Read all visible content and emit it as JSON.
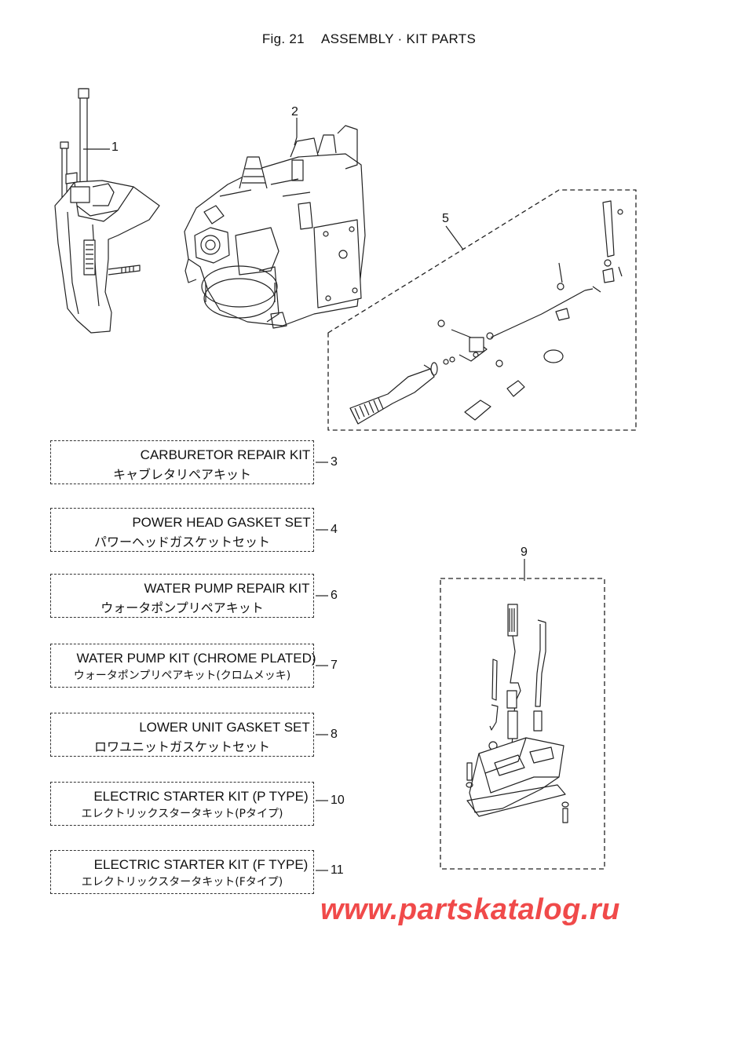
{
  "header": {
    "fig": "Fig. 21",
    "title": "ASSEMBLY · KIT PARTS"
  },
  "callouts": {
    "c1": "1",
    "c2": "2",
    "c5": "5",
    "c9": "9"
  },
  "kits": [
    {
      "num": "3",
      "en": "CARBURETOR REPAIR KIT",
      "jp": "キャブレタリペアキット"
    },
    {
      "num": "4",
      "en": "POWER HEAD GASKET SET",
      "jp": "パワーヘッドガスケットセット"
    },
    {
      "num": "6",
      "en": "WATER PUMP REPAIR KIT",
      "jp": "ウォータポンプリペアキット"
    },
    {
      "num": "7",
      "en": "WATER PUMP KIT (CHROME PLATED)",
      "jp": "ウォータポンプリペアキット(クロムメッキ)"
    },
    {
      "num": "8",
      "en": "LOWER UNIT GASKET SET",
      "jp": "ロワユニットガスケットセット"
    },
    {
      "num": "10",
      "en": "ELECTRIC STARTER KIT (P TYPE)",
      "jp": "エレクトリックスタータキット(Pタイプ)"
    },
    {
      "num": "11",
      "en": "ELECTRIC STARTER KIT (F TYPE)",
      "jp": "エレクトリックスタータキット(Fタイプ)"
    }
  ],
  "watermark": "www.partskatalog.ru",
  "colors": {
    "watermark": "#f04a4a",
    "line": "#222222"
  }
}
